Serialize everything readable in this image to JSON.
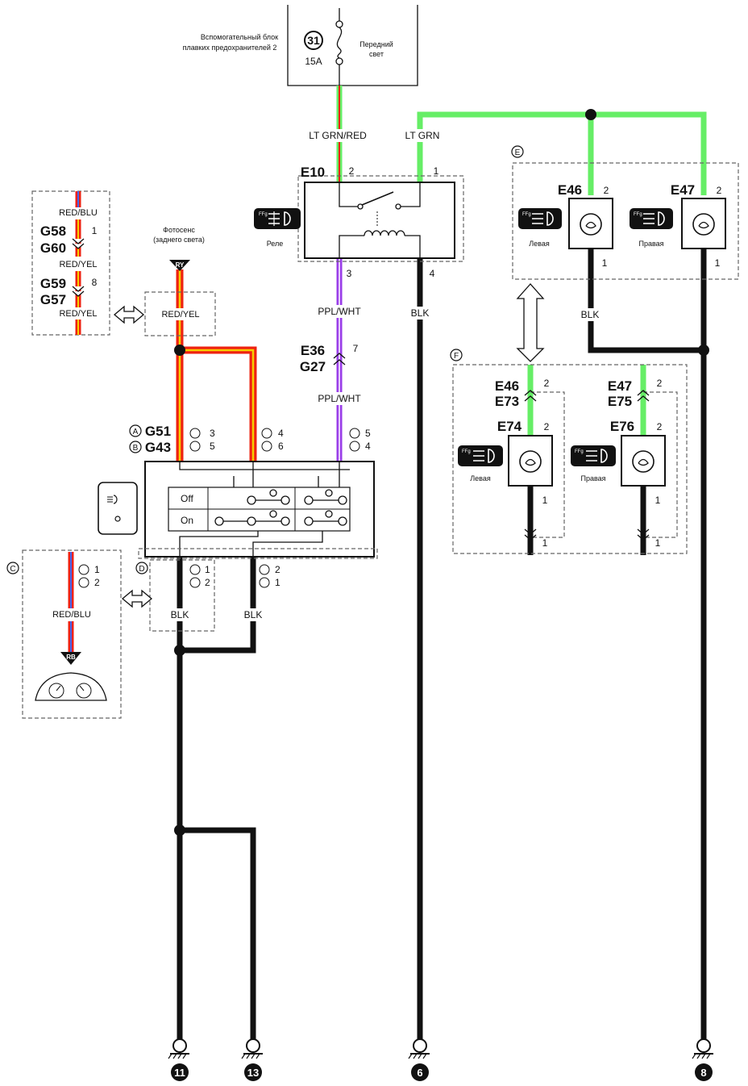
{
  "fuse_block": {
    "label_line1": "Вспомогательный блок",
    "label_line2": "плавких предохранителей 2",
    "fuse_no": "31",
    "rating": "15A",
    "circuit_line1": "Передний",
    "circuit_line2": "свет"
  },
  "wires": {
    "ltgrn_red": "LT GRN/RED",
    "ltgrn": "LT GRN",
    "ppl_wht_1": "PPL/WHT",
    "ppl_wht_2": "PPL/WHT",
    "blk_relay": "BLK",
    "blk_lamps": "BLK",
    "red_yel_sw": "RED/YEL",
    "blk_sw1": "BLK",
    "blk_sw2": "BLK"
  },
  "relay": {
    "id": "E10",
    "pin2": "2",
    "pin1": "1",
    "pin3": "3",
    "pin4": "4",
    "label": "Реле"
  },
  "connector_e36": {
    "id1": "E36",
    "id2": "G27",
    "pin": "7"
  },
  "inset_g58": {
    "wire_top": "RED/BLU",
    "id1": "G58",
    "id2": "G60",
    "pin1": "1",
    "wire_mid": "RED/YEL",
    "id3": "G59",
    "id4": "G57",
    "pin2": "8",
    "wire_bot": "RED/YEL"
  },
  "photosensor": {
    "label_line1": "Фотосенс",
    "label_line2": "(заднего света)",
    "tag": "RY",
    "wire": "RED/YEL"
  },
  "switch": {
    "conn_a": "G51",
    "conn_b": "G43",
    "a_letter": "A",
    "b_letter": "B",
    "p1a": "3",
    "p1b": "5",
    "p2a": "4",
    "p2b": "6",
    "p3a": "5",
    "p3b": "4",
    "row_off": "Off",
    "row_on": "On",
    "out1a": "1",
    "out1b": "2",
    "out2a": "2",
    "out2b": "1",
    "section_d": "D"
  },
  "section_c": {
    "letter": "C",
    "pa": "1",
    "pb": "2",
    "wire": "RED/BLU",
    "tag": "RB"
  },
  "section_e": {
    "letter": "E",
    "left_id": "E46",
    "left_pin_top": "2",
    "left_pin_bot": "1",
    "left_label": "Левая",
    "right_id": "E47",
    "right_pin_top": "2",
    "right_pin_bot": "1",
    "right_label": "Правая"
  },
  "section_f": {
    "letter": "F",
    "left_id1": "E46",
    "left_id2": "E73",
    "left_pin": "2",
    "left_lamp": "E74",
    "left_lamp_pin": "2",
    "left_bot1": "1",
    "left_bot2": "1",
    "left_label": "Левая",
    "right_id1": "E47",
    "right_id2": "E75",
    "right_pin": "2",
    "right_lamp": "E76",
    "right_lamp_pin": "2",
    "right_bot1": "1",
    "right_bot2": "1",
    "right_label": "Правая"
  },
  "grounds": {
    "g11": "11",
    "g13": "13",
    "g6": "6",
    "g8": "8"
  },
  "colors": {
    "lt_green": "#66ee66",
    "red": "#ee2211",
    "yellow": "#f5d000",
    "purple": "#9a3ee8",
    "blue": "#4466ee",
    "black": "#111111"
  }
}
